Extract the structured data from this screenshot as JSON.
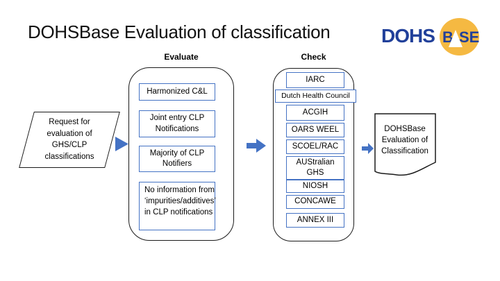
{
  "title": "DOHSBase Evaluation of classification",
  "logo": {
    "part1": "DOHS",
    "part2": "B",
    "part3": "SE",
    "navy": "#21409a",
    "orange": "#f5b942"
  },
  "colors": {
    "accent_blue": "#4472c4",
    "shape_border_black": "#1a1a1a",
    "background": "#ffffff"
  },
  "input_shape": {
    "text": "Request for evaluation of GHS/CLP classifications"
  },
  "evaluate": {
    "label": "Evaluate",
    "boxes": [
      "Harmonized C&L",
      "Joint entry CLP Notifications",
      "Majority of CLP Notifiers",
      "No information from ‘impurities/additives’ in CLP notifications"
    ]
  },
  "check": {
    "label": "Check",
    "boxes": [
      "IARC",
      "Dutch Health Council",
      "ACGIH",
      "OARS WEEL",
      "SCOEL/RAC",
      "AUStralian GHS",
      "NIOSH",
      "CONCAWE",
      "ANNEX III"
    ]
  },
  "output_shape": {
    "text": "DOHSBase Evaluation of Classification"
  }
}
